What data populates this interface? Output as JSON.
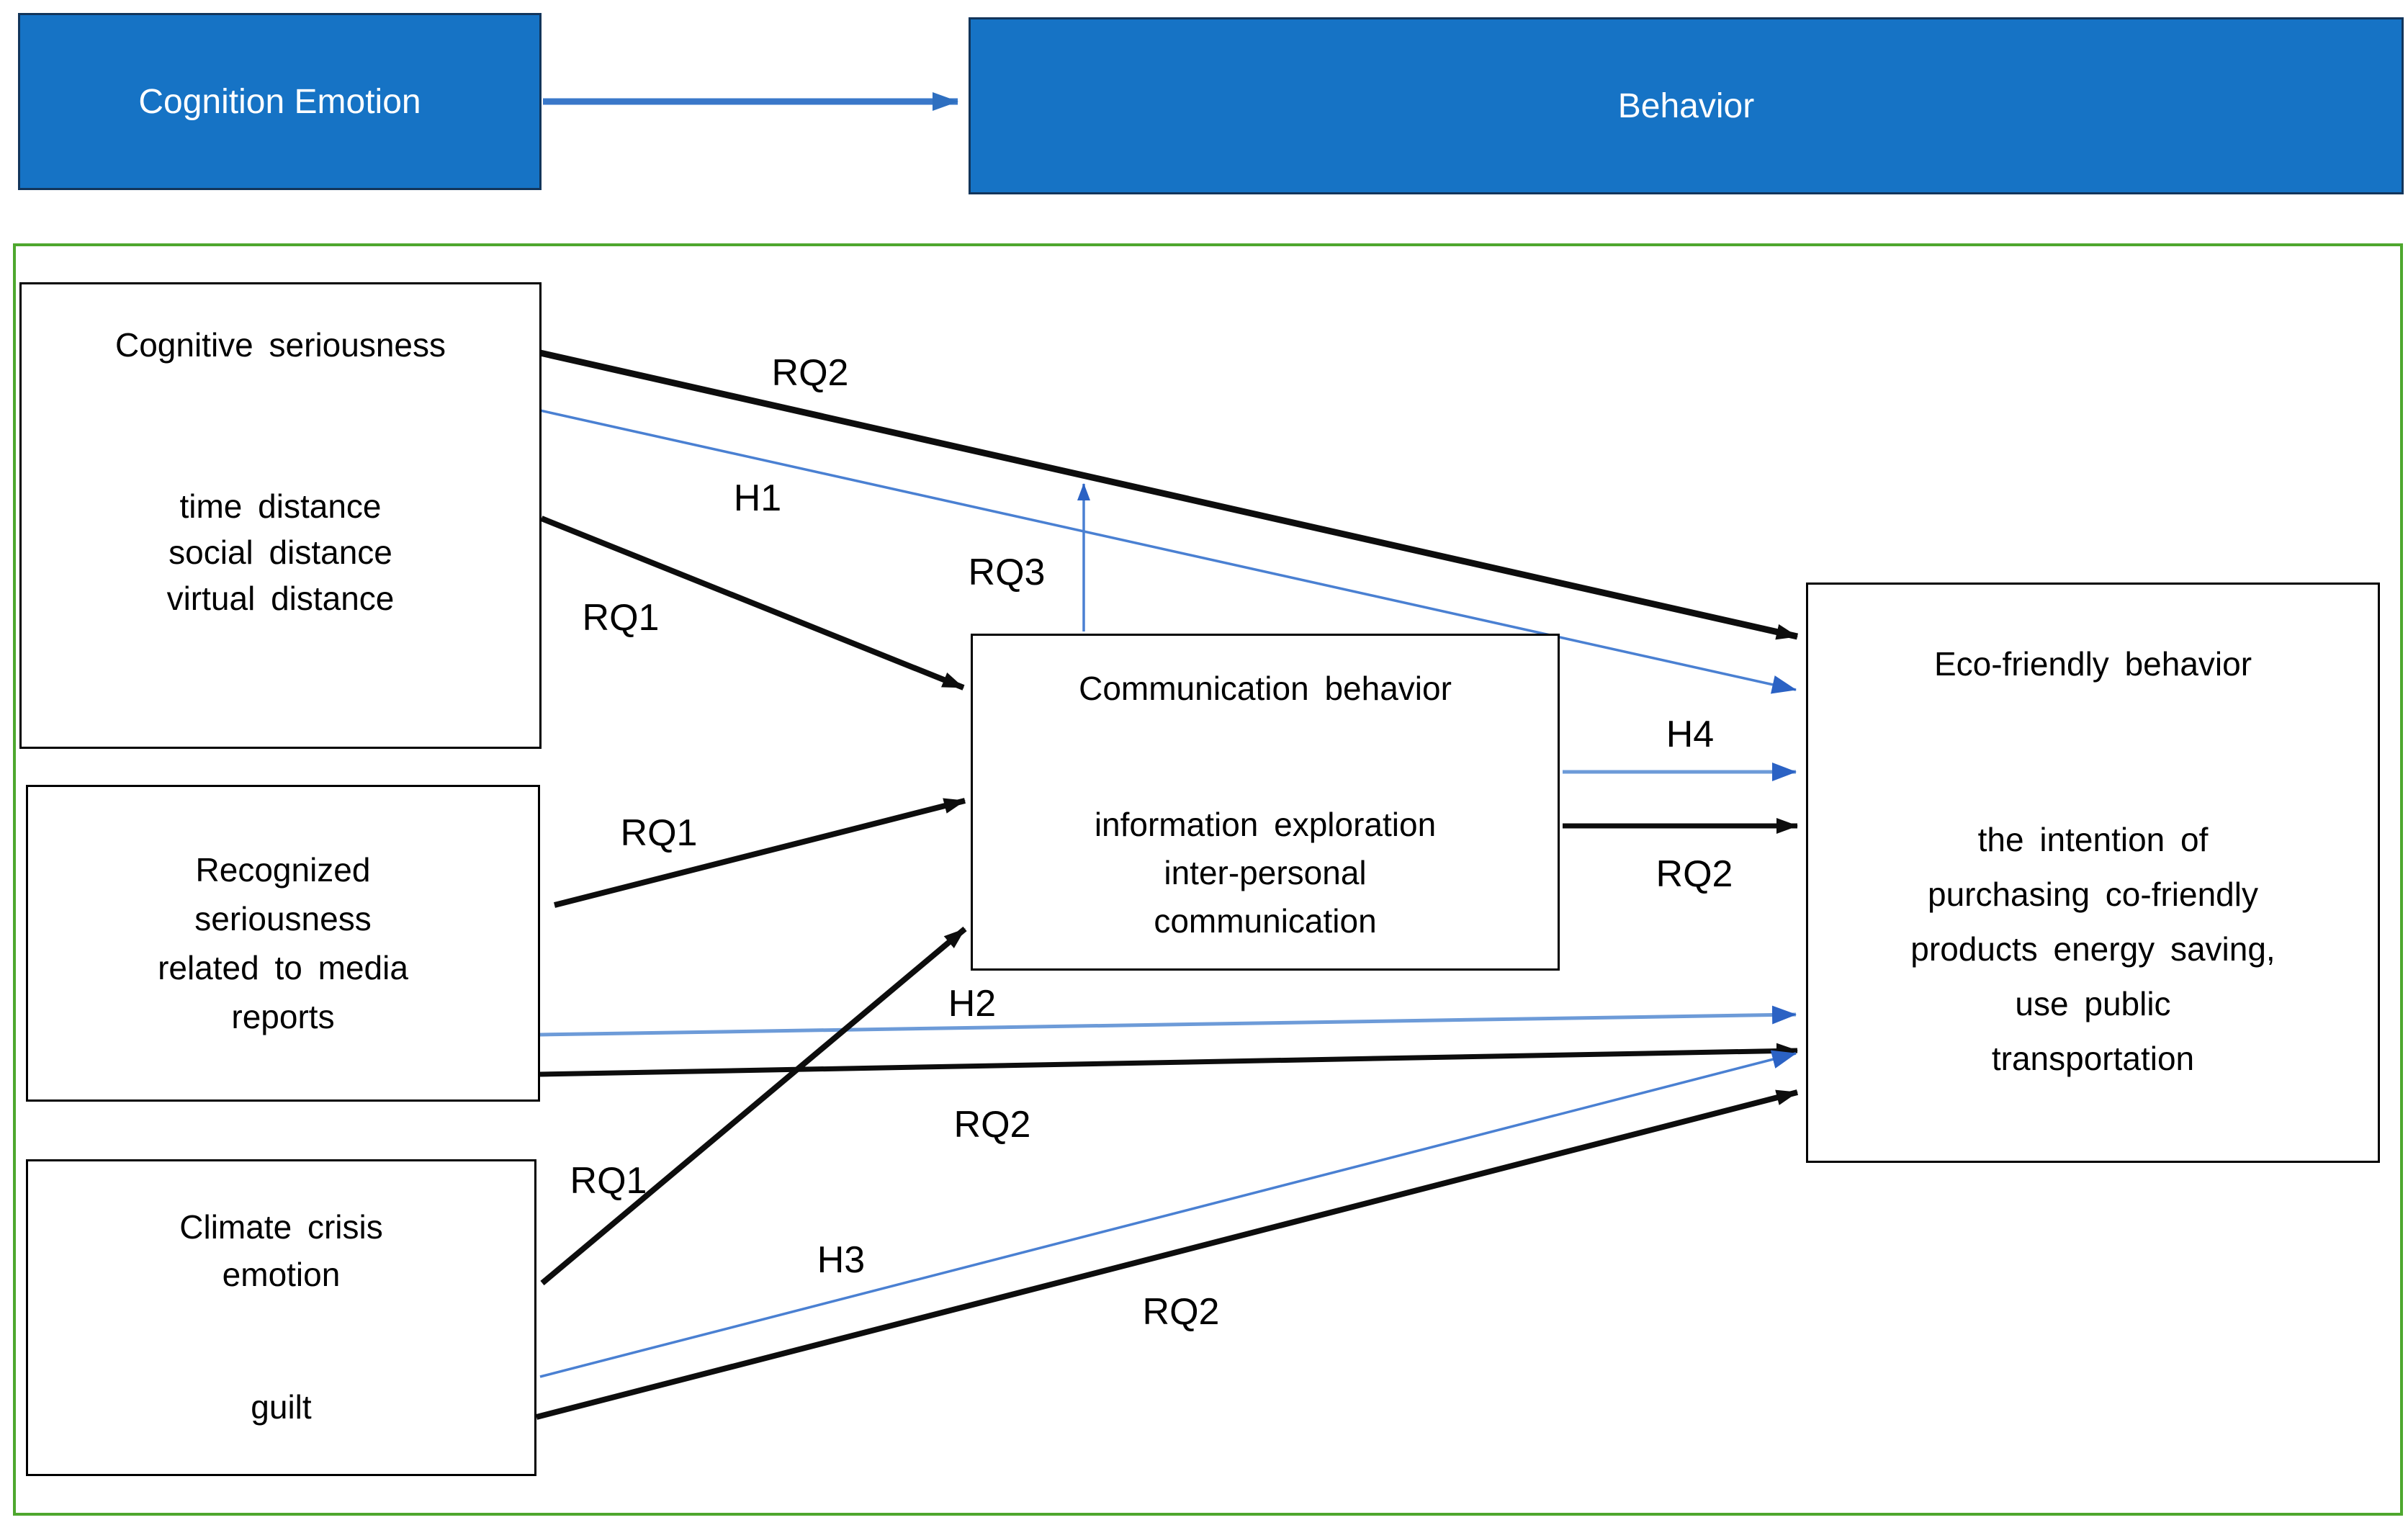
{
  "top_band": {
    "cognition_label": "Cognition Emotion",
    "behavior_label": "Behavior"
  },
  "boxes": {
    "cognitive": {
      "title": "Cognitive seriousness",
      "lines": [
        "time distance",
        "social distance",
        "virtual distance"
      ]
    },
    "recognized": {
      "lines": [
        "Recognized",
        "seriousness",
        "related to media",
        "reports"
      ]
    },
    "climate": {
      "lines": [
        "Climate crisis",
        "emotion"
      ],
      "sub": "guilt"
    },
    "communication": {
      "title": "Communication behavior",
      "lines": [
        "information exploration",
        "inter-personal",
        "communication"
      ]
    },
    "eco": {
      "title": "Eco-friendly behavior",
      "lines": [
        "the intention of",
        "purchasing co-friendly",
        "products energy saving,",
        "use public",
        "transportation"
      ]
    }
  },
  "connector_labels": {
    "rq2_cognitive_eco": "RQ2",
    "h1_cognitive_eco": "H1",
    "rq1_cognitive_comm": "RQ1",
    "rq3_comm_moderation": "RQ3",
    "rq1_recognized_comm": "RQ1",
    "h2_recognized_eco": "H2",
    "rq2_recognized_eco": "RQ2",
    "rq1_climate_comm": "RQ1",
    "h3_climate_eco": "H3",
    "rq2_climate_eco": "RQ2",
    "h4_comm_eco": "H4",
    "rq2_comm_eco": "RQ2"
  },
  "colors": {
    "blue_box_fill": "#1673c5",
    "blue_box_border": "#12355b",
    "green_frame": "#4ea72e",
    "black_arrow": "#0d0d0d",
    "blue_thin_arrow": "#4a80d2",
    "blue_thick_arrow": "#6d9bd8",
    "blue_arrowhead": "#2b62c4"
  }
}
